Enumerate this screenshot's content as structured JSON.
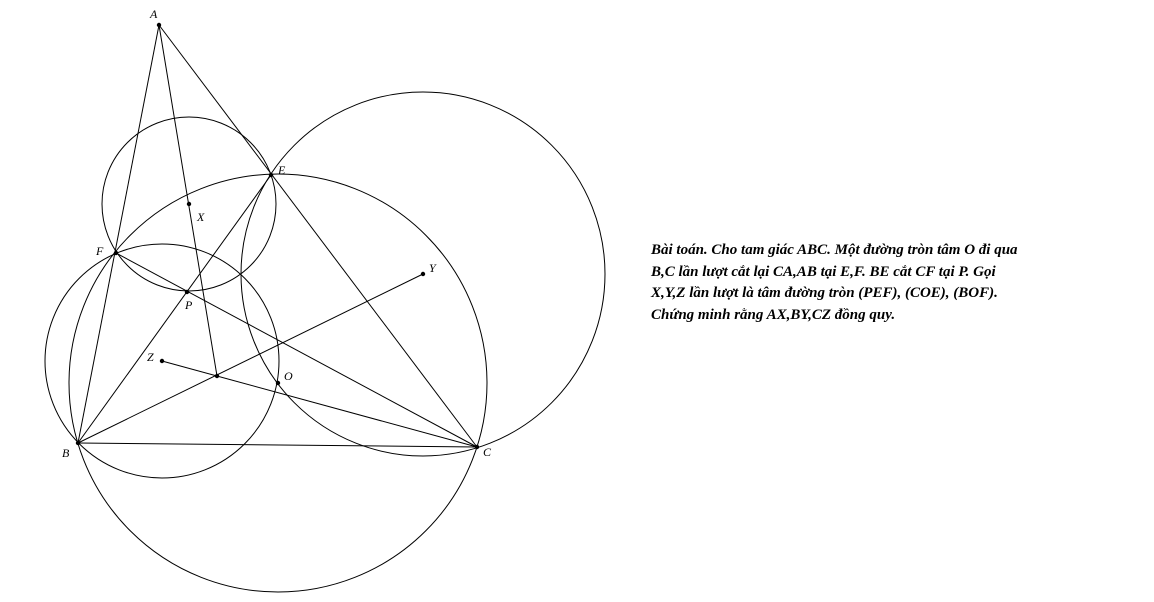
{
  "figure": {
    "labels": {
      "A": "A",
      "B": "B",
      "C": "C",
      "E": "E",
      "F": "F",
      "P": "P",
      "O": "O",
      "X": "X",
      "Y": "Y",
      "Z": "Z"
    }
  },
  "problem": {
    "lines": [
      "Bài toán. Cho tam giác ABC. Một đường tròn tâm O đi qua",
      "B,C lần lượt cắt lại CA,AB tại E,F. BE cắt CF tại P. Gọi",
      "X,Y,Z lần lượt là tâm đường tròn (PEF), (COE), (BOF).",
      "Chứng minh rằng AX,BY,CZ đồng quy."
    ]
  }
}
